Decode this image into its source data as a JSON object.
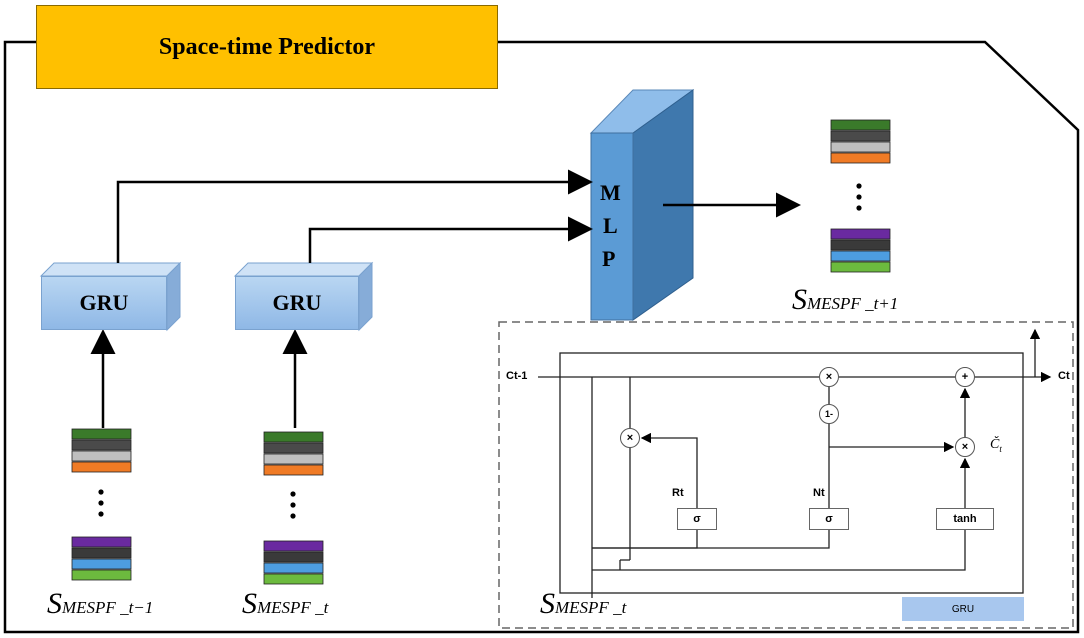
{
  "title": "Space-time Predictor",
  "gru_label": "GRU",
  "mlp_letters": [
    "M",
    "L",
    "P"
  ],
  "inputs": [
    {
      "S": "S",
      "sub": "MESPF _t−1"
    },
    {
      "S": "S",
      "sub": "MESPF _t"
    }
  ],
  "output": {
    "S": "S",
    "sub": "MESPF _t+1"
  },
  "cell": {
    "c_in": "Ct-1",
    "c_out": "Ct",
    "reset_gate": "Rt",
    "update_gate": "Nt",
    "sigma": "σ",
    "tanh": "tanh",
    "mul": "×",
    "add": "+",
    "one_minus": "1-",
    "candidate": "Č",
    "candidate_sub": "t",
    "input": {
      "S": "S",
      "sub": "MESPF _t"
    },
    "legend": "GRU"
  },
  "stack_colors": [
    "#3a7a2a",
    "#4a4a4a",
    "#bfbfbf",
    "#f07b25",
    "#6a2aa0",
    "#3a3a3a",
    "#4d9de0",
    "#6cba3e"
  ],
  "colors": {
    "title_bg": "#ffc000",
    "mlp_front": "#5b9bd5",
    "mlp_side": "#3f78ad",
    "mlp_top": "#8fbdea",
    "gru_fill": "#a3c6ee"
  }
}
